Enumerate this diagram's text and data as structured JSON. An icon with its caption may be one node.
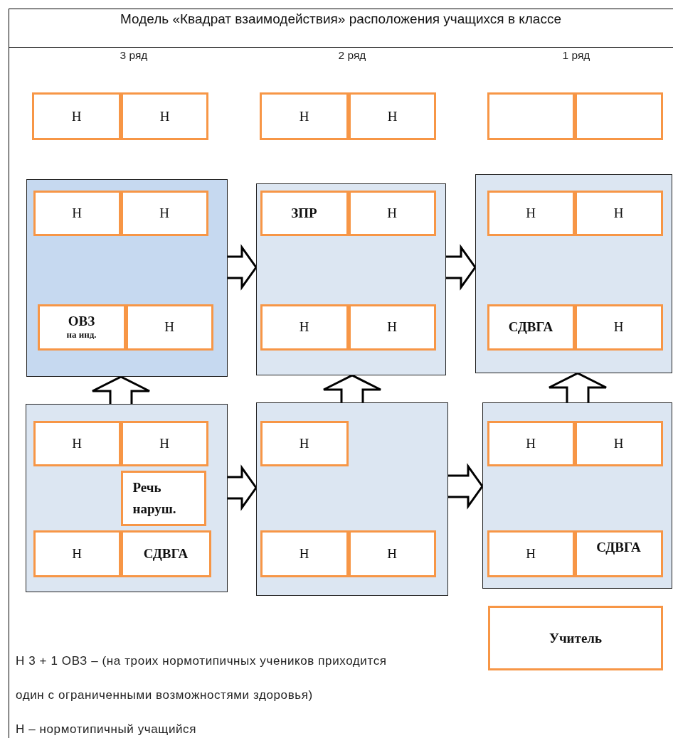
{
  "diagram": {
    "title": "Модель «Квадрат взаимодействия» расположения учащихся в классе",
    "nodes": [
      {
        "text": [
          "Н"
        ]
      },
      {
        "text": [
          "Н"
        ]
      },
      {
        "text": [
          "Н"
        ]
      },
      {
        "text": [
          "Н"
        ]
      },
      {
        "text": [],
        "shape": "box"
      },
      {
        "text": [],
        "shape": "box"
      },
      {
        "text": [],
        "shape": "box"
      },
      {
        "text": [
          "Н"
        ],
        "in": 6
      },
      {
        "text": [
          "Н"
        ],
        "in": 6
      },
      {
        "text": [
          "ОВЗ",
          "на инд."
        ],
        "in": 6
      },
      {
        "text": [
          "Н"
        ],
        "in": 6
      },
      {
        "text": [],
        "shape": "box"
      },
      {
        "text": [
          "ЗПР"
        ],
        "in": 11
      },
      {
        "text": [
          "Н"
        ],
        "in": 11
      },
      {
        "text": [
          "Н"
        ],
        "in": 11
      },
      {
        "text": [
          "Н"
        ],
        "in": 11
      },
      {
        "text": [],
        "shape": "box"
      },
      {
        "text": [
          "Н"
        ],
        "in": 16
      },
      {
        "text": [
          "Н"
        ],
        "in": 16
      },
      {
        "text": [
          "СДВГА"
        ],
        "in": 16
      },
      {
        "text": [
          "Н"
        ],
        "in": 16
      },
      {
        "text": [],
        "shape": "box"
      },
      {
        "text": [
          "Н"
        ],
        "in": 21
      },
      {
        "text": [
          "Н"
        ],
        "in": 21
      },
      {
        "text": [
          "Речь наруш."
        ],
        "in": 21
      },
      {
        "text": [
          "Н"
        ],
        "in": 21
      },
      {
        "text": [
          "СДВГА"
        ],
        "in": 21
      },
      {
        "text": [],
        "shape": "box"
      },
      {
        "text": [
          "Н"
        ],
        "in": 27
      },
      {
        "text": [
          "Н"
        ],
        "in": 27
      },
      {
        "text": [
          "Н"
        ],
        "in": 27
      },
      {
        "text": [],
        "shape": "box"
      },
      {
        "text": [
          "Н"
        ],
        "in": 31
      },
      {
        "text": [
          "Н"
        ],
        "in": 31
      },
      {
        "text": [
          "Н"
        ],
        "in": 31
      },
      {
        "text": [
          "СДВГА"
        ],
        "in": 31
      },
      {
        "text": [
          "Учитель"
        ]
      }
    ],
    "edges": [
      {
        "from": 6,
        "to": 11,
        "arrow": "to"
      },
      {
        "from": 11,
        "to": 16,
        "arrow": "to"
      },
      {
        "from": 21,
        "to": 6,
        "arrow": "to"
      },
      {
        "from": 27,
        "to": 11,
        "arrow": "to"
      },
      {
        "from": 31,
        "to": 16,
        "arrow": "to"
      },
      {
        "from": 21,
        "to": 27,
        "arrow": "to"
      },
      {
        "from": 27,
        "to": 31,
        "arrow": "to"
      }
    ],
    "labels": [
      "3 ряд",
      "2 ряд",
      "1 ряд",
      "Н 3 + 1 ОВЗ – (на троих нормотипичных учеников приходится один с ограниченными возможностями здоровья)",
      "Н – нормотипичный учащийся"
    ]
  }
}
